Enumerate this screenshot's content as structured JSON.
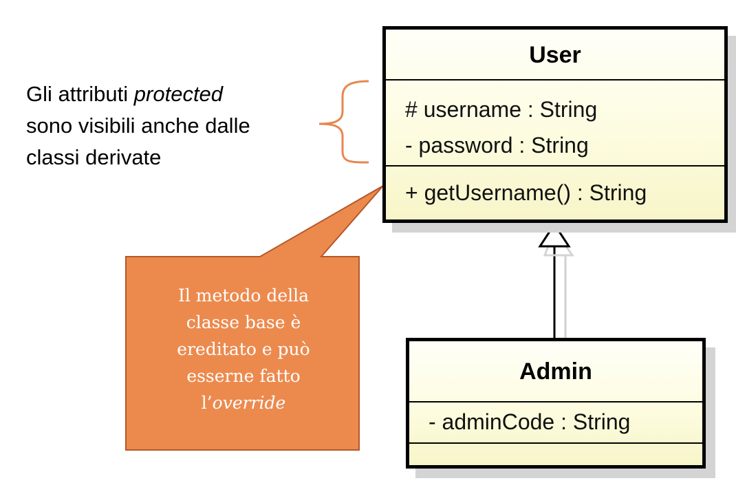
{
  "classes": {
    "user": {
      "name": "User",
      "attributes": [
        "# username : String",
        "- password : String"
      ],
      "operations": [
        "+ getUsername() : String"
      ]
    },
    "admin": {
      "name": "Admin",
      "attributes": [
        "- adminCode : String"
      ],
      "operations": []
    }
  },
  "note": {
    "line1_prefix": "Gli attributi ",
    "line1_emphasis": "protected",
    "line2": "sono visibili anche dalle",
    "line3": "classi derivate"
  },
  "callout": {
    "lines": [
      "Il metodo della",
      "classe base è",
      "ereditato e può",
      "esserne fatto"
    ],
    "last_prefix": "l’",
    "last_emphasis": "override"
  },
  "colors": {
    "brace": "#e6874e",
    "callout_fill": "#ec8a4e",
    "callout_border": "#b5582a",
    "class_fill": "#fdfce0"
  }
}
